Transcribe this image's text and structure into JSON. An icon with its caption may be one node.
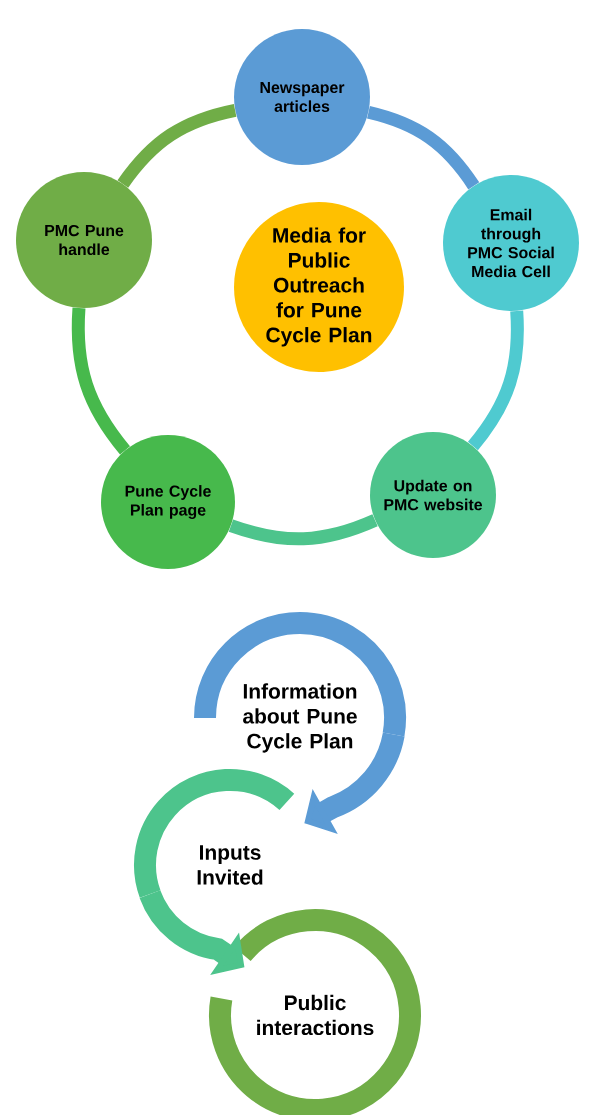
{
  "diagram": {
    "nodes": [
      {
        "text": [
          "Media for Public Outreach for Pune Cycle Plan"
        ]
      },
      {
        "text": [
          "Newspaper articles"
        ]
      },
      {
        "text": [
          "Email through PMC Social Media Cell"
        ]
      },
      {
        "text": [
          "Update on PMC website"
        ]
      },
      {
        "text": [
          "Pune Cycle Plan page"
        ]
      },
      {
        "text": [
          "PMC Pune handle"
        ]
      },
      {
        "text": [
          "Information about Pune Cycle Plan"
        ]
      },
      {
        "text": [
          "Inputs Invited"
        ]
      },
      {
        "text": [
          "Public interactions"
        ]
      }
    ],
    "edges": [
      {
        "from": 1,
        "to": 2,
        "arrow": "none",
        "color": "#5b9bd5"
      },
      {
        "from": 2,
        "to": 3,
        "arrow": "none",
        "color": "#4fcad0"
      },
      {
        "from": 3,
        "to": 4,
        "arrow": "none",
        "color": "#4dc48c"
      },
      {
        "from": 4,
        "to": 5,
        "arrow": "none",
        "color": "#47b94c"
      },
      {
        "from": 5,
        "to": 1,
        "arrow": "none",
        "color": "#70ad47"
      },
      {
        "from": 6,
        "to": 7,
        "arrow": "to",
        "color": "#5b9bd5"
      },
      {
        "from": 7,
        "to": 8,
        "arrow": "to",
        "color": "#4dc48c"
      }
    ]
  }
}
